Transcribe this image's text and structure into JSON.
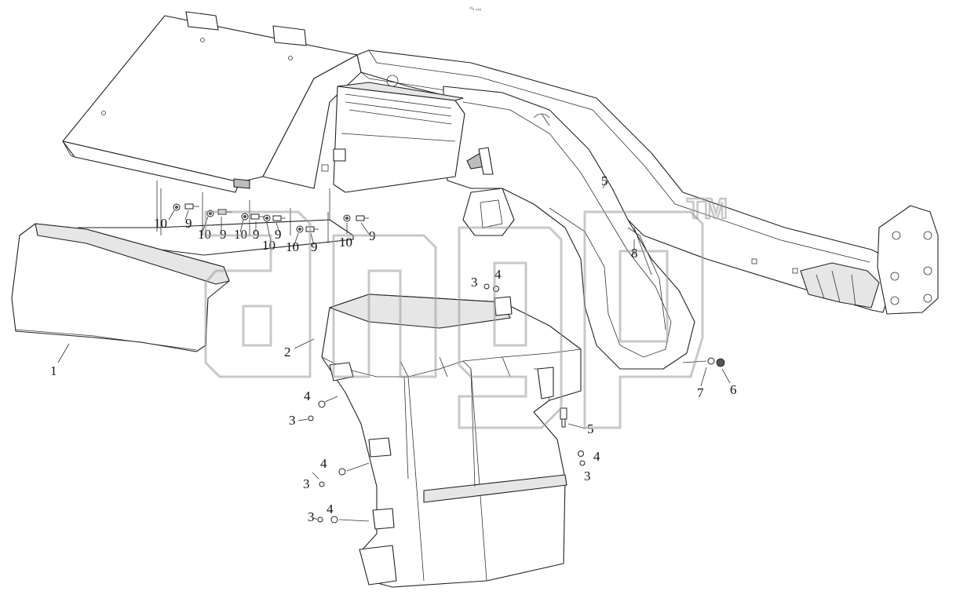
{
  "drawing": {
    "corner_code": "¹³ₙ ₅₅₅",
    "callouts": {
      "c1": "1",
      "c2": "2",
      "c3a": "3",
      "c4a": "4",
      "c3b": "3",
      "c4b": "4",
      "c3c": "3",
      "c4c": "4",
      "c3d": "3",
      "c4d": "4",
      "c3e": "3",
      "c4e": "4",
      "c5a": "5",
      "c5b": "5",
      "c6": "6",
      "c7": "7",
      "c8": "8",
      "c10a": "10",
      "c9a": "9",
      "c10b": "10",
      "c9b": "9",
      "c10c": "10",
      "c9c": "9",
      "c10d": "10",
      "c9d": "9",
      "c10e": "10",
      "c9e": "9"
    }
  },
  "watermark": {
    "text": "angp",
    "tm": "TM"
  }
}
